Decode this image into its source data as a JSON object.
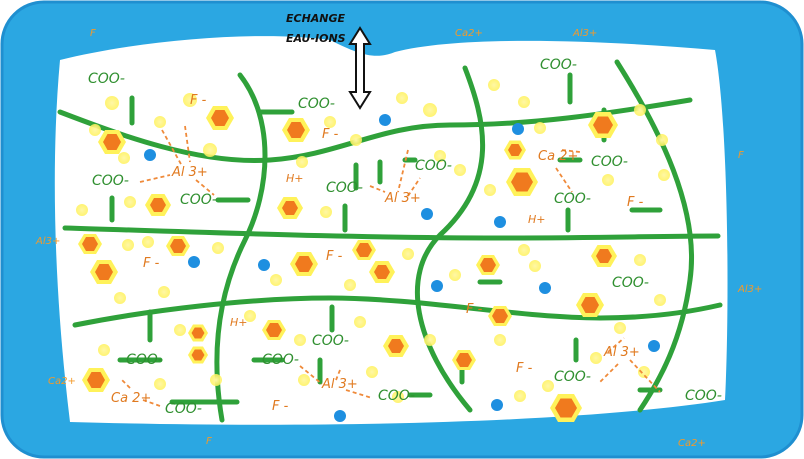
{
  "title_top": "ECHANGE",
  "title_bottom": "EAU-IONS",
  "labels": {
    "coo": "COO-",
    "f": "F",
    "f_minus": "F -",
    "al3": "Al 3+",
    "ca2": "Ca 2+",
    "h": "H+",
    "al_outer": "Al3+",
    "ca_outer": "Ca2+"
  },
  "colors": {
    "water_blue": "#2ba7e2",
    "water_dark": "#1f8fd0",
    "gel_white": "#ffffff",
    "polymer_green": "#2fa13a",
    "ion_orange": "#f07a1e",
    "particle_glow": "#fff25a",
    "blue_ion": "#1e8fe0",
    "dashed_bond": "#ef8a3a"
  }
}
